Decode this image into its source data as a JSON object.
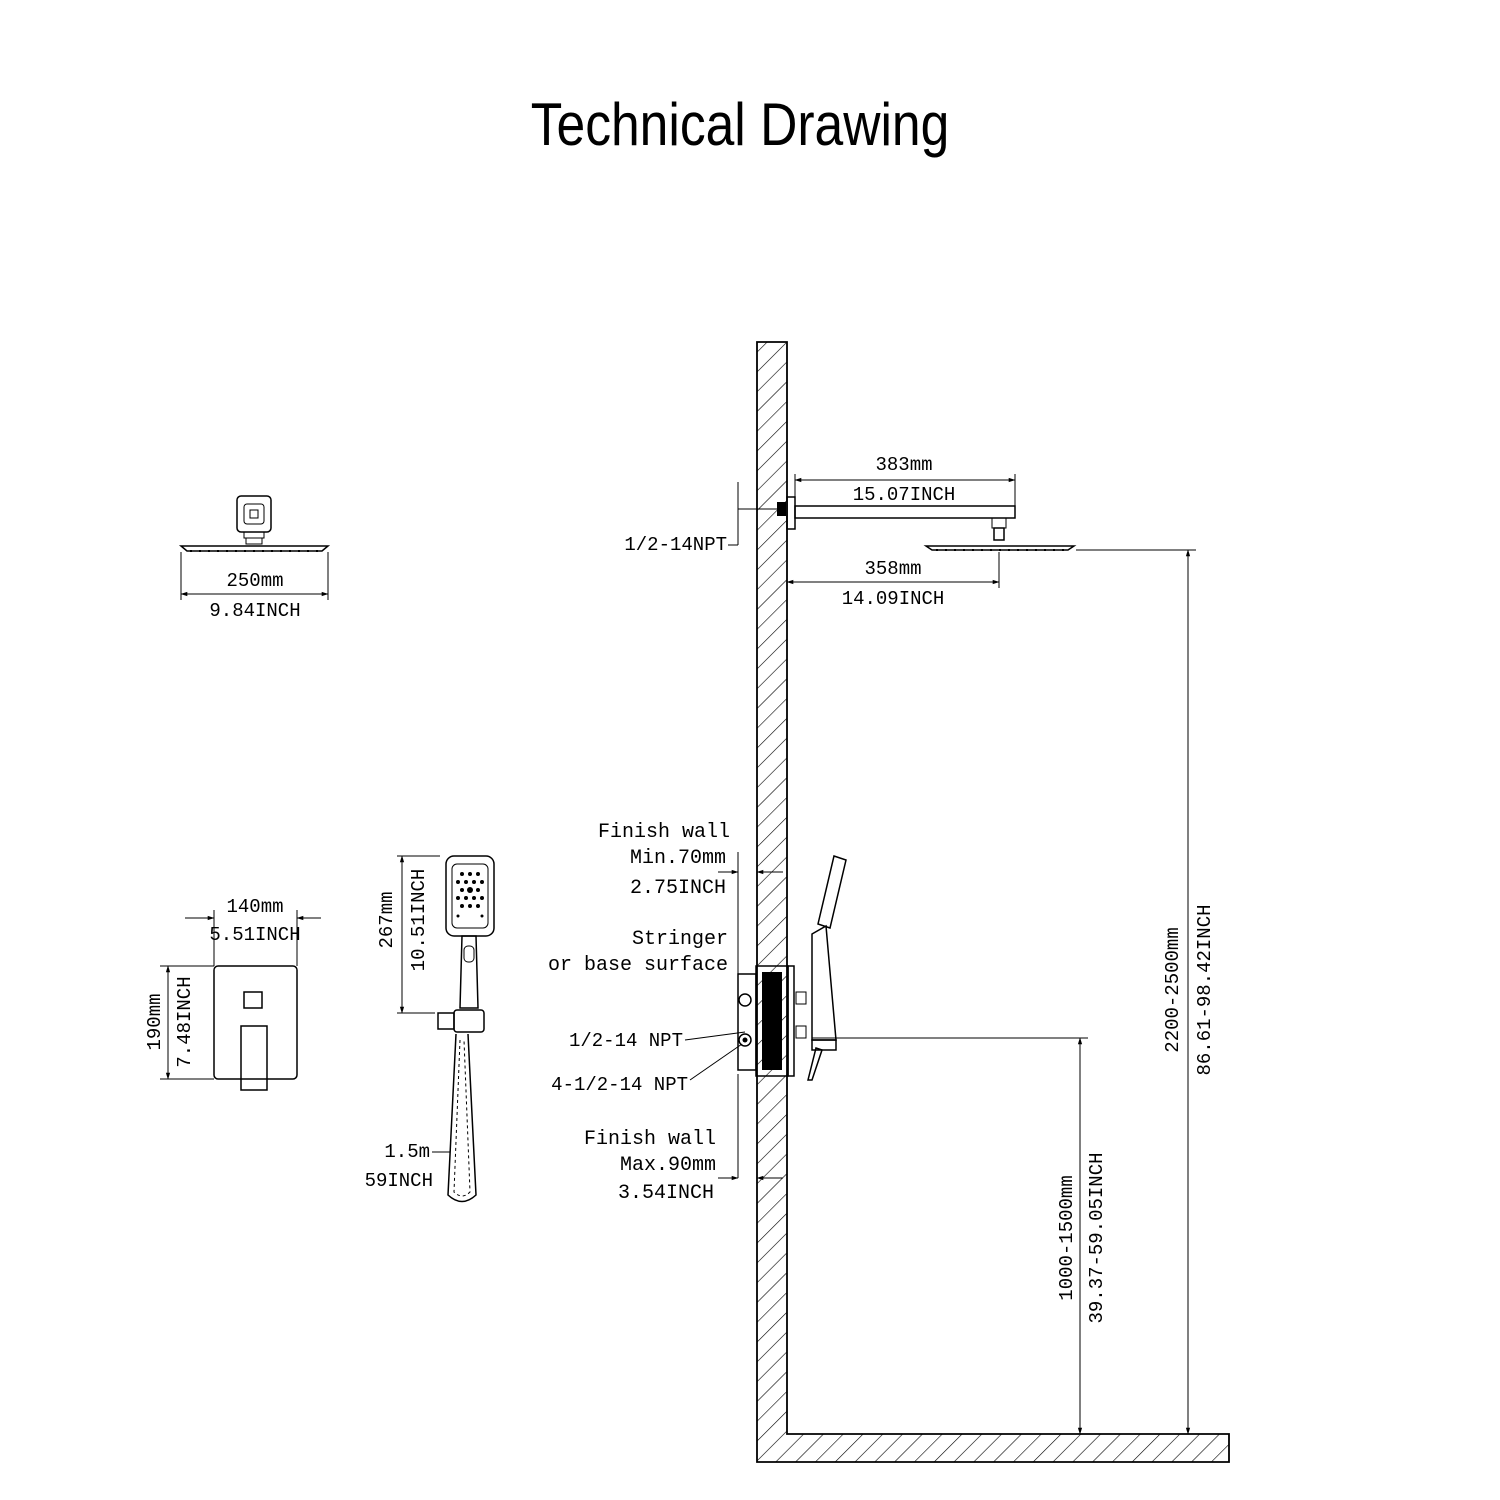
{
  "title": "Technical Drawing",
  "rain_head": {
    "width_mm": "250mm",
    "width_inch": "9.84INCH"
  },
  "trim_plate": {
    "width_mm": "140mm",
    "width_inch": "5.51INCH",
    "height_mm": "190mm",
    "height_inch": "7.48INCH"
  },
  "hand_shower": {
    "length_mm": "267mm",
    "length_inch": "10.51INCH",
    "hose_m": "1.5m",
    "hose_inch": "59INCH"
  },
  "install": {
    "arm_mm": "383mm",
    "arm_inch": "15.07INCH",
    "head_offset_mm": "358mm",
    "head_offset_inch": "14.09INCH",
    "arm_thread": "1/2-14NPT",
    "finish_wall_min_label": "Finish wall",
    "finish_wall_min_mm": "Min.70mm",
    "finish_wall_min_inch": "2.75INCH",
    "stringer_line1": "Stringer",
    "stringer_line2": "or base surface",
    "valve_thread_a": "1/2-14 NPT",
    "valve_thread_b": "4-1/2-14 NPT",
    "finish_wall_max_label": "Finish wall",
    "finish_wall_max_mm": "Max.90mm",
    "finish_wall_max_inch": "3.54INCH",
    "head_height_mm": "2200-2500mm",
    "head_height_inch": "86.61-98.42INCH",
    "valve_height_mm": "1000-1500mm",
    "valve_height_inch": "39.37-59.05INCH"
  }
}
